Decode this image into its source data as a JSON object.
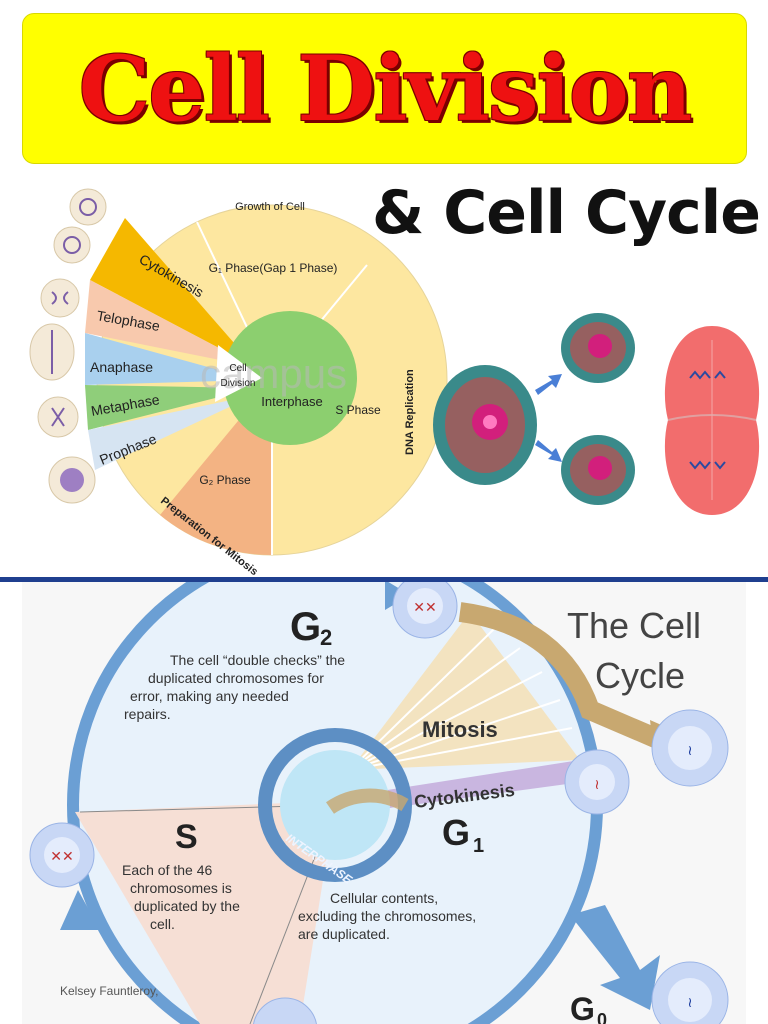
{
  "banner": {
    "title": "Cell Division"
  },
  "subtitle": "& Cell Cycle",
  "top_diagram": {
    "growth_label": "Growth of Cell",
    "g1_label": "G₁ Phase(Gap 1 Phase)",
    "s_label": "S Phase",
    "g2_label": "G₂ Phase",
    "dna_label": "DNA Replication",
    "prep_label": "Preparation for Mitosis",
    "center_label_1": "Cell",
    "center_label_2": "Division",
    "interphase_label": "Interphase",
    "watermark": "campus",
    "mitosis_phases": [
      "Cytokinesis",
      "Telophase",
      "Anaphase",
      "Metaphase",
      "Prophase"
    ],
    "colors": {
      "yellow": "#fde7a0",
      "green": "#8ccf6f",
      "orange": "#f3b383",
      "cytokinesis": "#f5b800",
      "telophase": "#f8c9ad",
      "anaphase": "#a9d0ee",
      "metaphase": "#8fce7a",
      "prophase": "#d6e4f2"
    }
  },
  "bottom_diagram": {
    "title_line1": "The Cell",
    "title_line2": "Cycle",
    "g2_letter": "G",
    "g2_sub": "2",
    "g2_desc": [
      "The cell “double checks” the",
      "duplicated chromosomes for",
      "error, making any needed",
      "repairs."
    ],
    "s_letter": "S",
    "s_desc": [
      "Each of the 46",
      "chromosomes is",
      "duplicated by the",
      "cell."
    ],
    "g1_letter": "G",
    "g1_sub": "1",
    "g1_desc": [
      "Cellular contents,",
      "excluding the chromosomes,",
      "are duplicated."
    ],
    "g0_letter": "G",
    "g0_sub": "0",
    "mitosis_label": "Mitosis",
    "cytokinesis_label": "Cytokinesis",
    "interphase_label": "INTERPHASE",
    "credit": "Kelsey Fauntleroy,"
  }
}
